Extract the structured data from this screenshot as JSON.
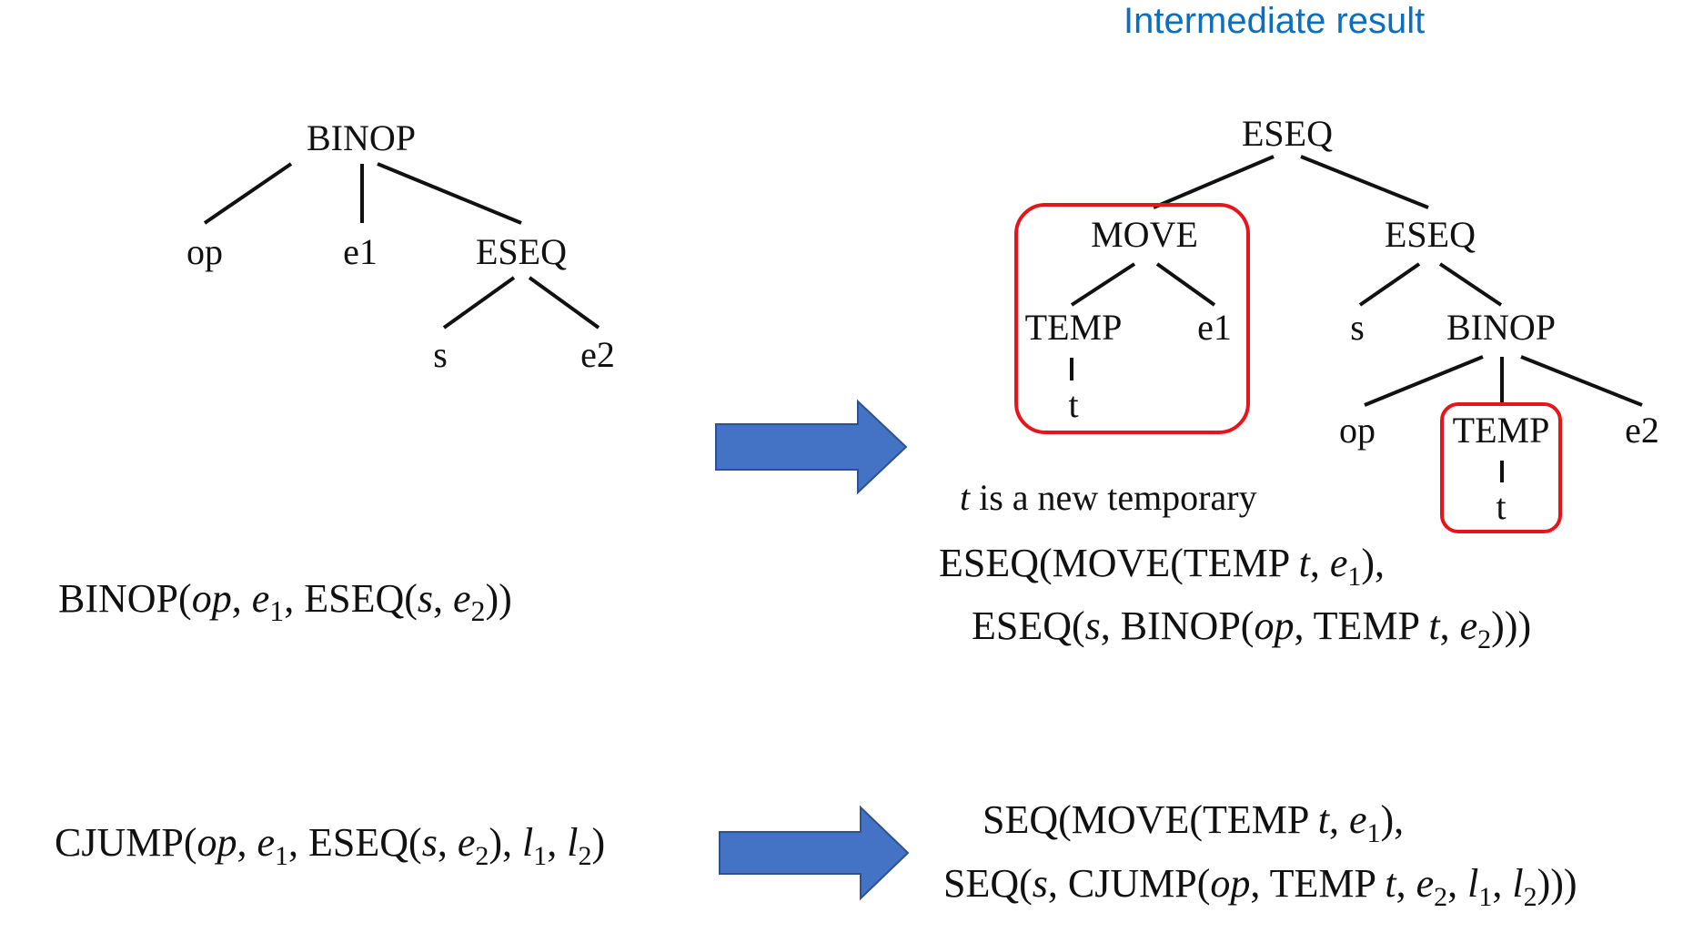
{
  "caption": {
    "text": "Intermediate result",
    "color": "#0b6ebf"
  },
  "colors": {
    "arrow_fill": "#4472c4",
    "arrow_stroke": "#2f528f",
    "highlight": "#e8141b",
    "ink": "#111111"
  },
  "left_tree": {
    "root": "BINOP",
    "op": "op",
    "e1": "e1",
    "eseq": "ESEQ",
    "s": "s",
    "e2": "e2"
  },
  "right_tree": {
    "root": "ESEQ",
    "move": "MOVE",
    "temp1": "TEMP",
    "t1": "t",
    "e1": "e1",
    "eseq": "ESEQ",
    "s": "s",
    "binop": "BINOP",
    "op": "op",
    "temp2": "TEMP",
    "t2": "t",
    "e2": "e2"
  },
  "note": {
    "var": "t",
    "text": " is a new temporary"
  },
  "formula_binop_left": {
    "a": "BINOP(",
    "op": "op",
    "b": ", ",
    "e": "e",
    "s1": "1",
    "c": ", ESEQ(",
    "s": "s",
    "d": ", ",
    "e2": "e",
    "s2": "2",
    "f": "))"
  },
  "formula_binop_right_1": {
    "a": "ESEQ(MOVE(TEMP ",
    "t": "t",
    "b": ", ",
    "e": "e",
    "s1": "1",
    "c": "),"
  },
  "formula_binop_right_2": {
    "a": "ESEQ(",
    "s": "s",
    "b": ", BINOP(",
    "op": "op",
    "c": ", TEMP ",
    "t": "t",
    "d": ", ",
    "e": "e",
    "s2": "2",
    "f": ")))"
  },
  "formula_cjump_left": {
    "a": "CJUMP(",
    "op": "op",
    "b": ", ",
    "e": "e",
    "s1": "1",
    "c": ", ESEQ(",
    "s": "s",
    "d": ", ",
    "e2": "e",
    "s2": "2",
    "f": "), ",
    "l1": "l",
    "sl1": "1",
    "g": ", ",
    "l2": "l",
    "sl2": "2",
    "h": ")"
  },
  "formula_cjump_right_1": {
    "a": "SEQ(MOVE(TEMP ",
    "t": "t",
    "b": ", ",
    "e": "e",
    "s1": "1",
    "c": "),"
  },
  "formula_cjump_right_2": {
    "a": "SEQ(",
    "s": "s",
    "b": ", CJUMP(",
    "op": "op",
    "c": ", TEMP ",
    "t": "t",
    "d": ", ",
    "e": "e",
    "s2": "2",
    "f": ", ",
    "l1": "l",
    "sl1": "1",
    "g": ", ",
    "l2": "l",
    "sl2": "2",
    "h": ")))"
  },
  "arrows": {
    "top": "right-arrow",
    "bottom": "right-arrow"
  }
}
